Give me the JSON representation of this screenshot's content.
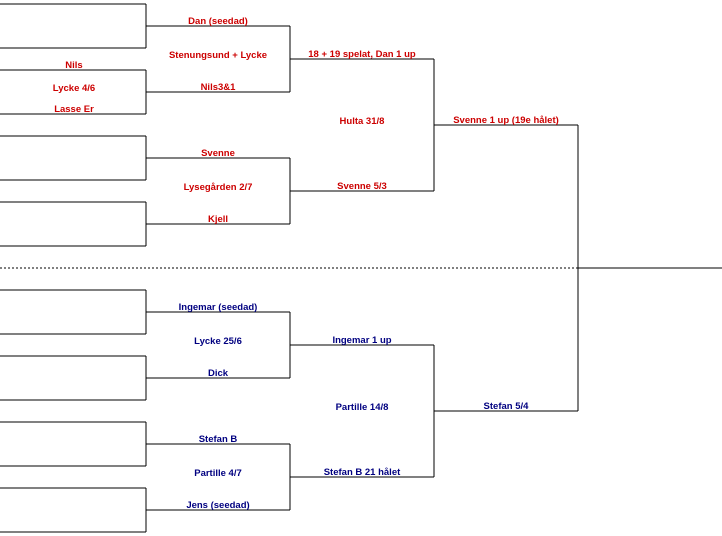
{
  "colors": {
    "top": "#cc0000",
    "bottom": "#000080",
    "line": "#000000"
  },
  "top_half": {
    "r1": {
      "nils": "Nils",
      "venue": "Lycke 4/6",
      "lasse": "Lasse Er"
    },
    "r2": {
      "dan": "Dan (seedad)",
      "venue_a": "Stenungsund + Lycke",
      "nils": "Nils3&1",
      "svenne": "Svenne",
      "venue_b": "Lysegården 2/7",
      "kjell": "Kjell"
    },
    "r3": {
      "winner_a": "18 + 19 spelat, Dan 1 up",
      "venue": "Hulta 31/8",
      "winner_b": "Svenne 5/3"
    },
    "semi_winner": "Svenne 1 up (19e hålet)"
  },
  "bottom_half": {
    "r2": {
      "ingemar": "Ingemar (seedad)",
      "venue_a": "Lycke 25/6",
      "dick": "Dick",
      "stefan": "Stefan B",
      "venue_b": "Partille 4/7",
      "jens": "Jens (seedad)"
    },
    "r3": {
      "winner_a": "Ingemar 1 up",
      "venue": "Partille 14/8",
      "winner_b": "Stefan B 21 hålet"
    },
    "semi_winner": "Stefan  5/4"
  }
}
